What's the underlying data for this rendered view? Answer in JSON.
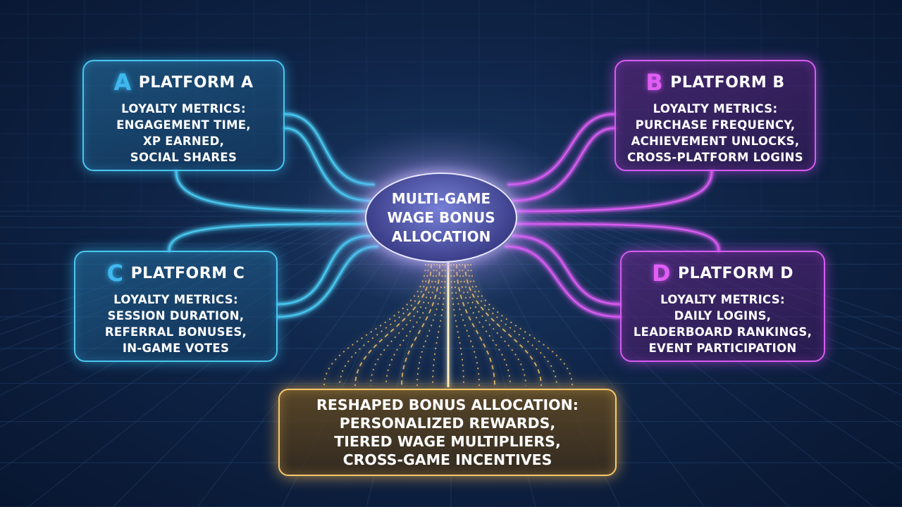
{
  "colors": {
    "cyan": "#49c6ee",
    "magenta": "#d65cf0",
    "gold": "#f7c76a",
    "background": "#0f2447"
  },
  "hub": {
    "lines": [
      "Multi-Game",
      "Wage Bonus",
      "Allocation"
    ]
  },
  "platforms": [
    {
      "letter": "A",
      "icon": "stylized-a-icon",
      "title": "Platform A",
      "metrics": [
        "Loyalty Metrics:",
        "Engagement Time,",
        "XP Earned,",
        "Social Shares"
      ]
    },
    {
      "letter": "B",
      "icon": "letter-b-icon",
      "title": "Platform B",
      "metrics": [
        "Loyalty Metrics:",
        "Purchase Frequency,",
        "Achievement Unlocks,",
        "Cross-Platform Logins"
      ]
    },
    {
      "letter": "C",
      "icon": "letter-c-icon",
      "title": "Platform C",
      "metrics": [
        "Loyalty Metrics:",
        "Session Duration,",
        "Referral Bonuses,",
        "In-Game Votes"
      ]
    },
    {
      "letter": "D",
      "icon": "letter-d-icon",
      "title": "Platform D",
      "metrics": [
        "Loyalty Metrics:",
        "Daily Logins,",
        "Leaderboard Rankings,",
        "Event Participation"
      ]
    }
  ],
  "result": {
    "lines": [
      "Reshaped Bonus Allocation:",
      "Personalized Rewards,",
      "Tiered Wage Multipliers,",
      "Cross-Game Incentives"
    ]
  }
}
